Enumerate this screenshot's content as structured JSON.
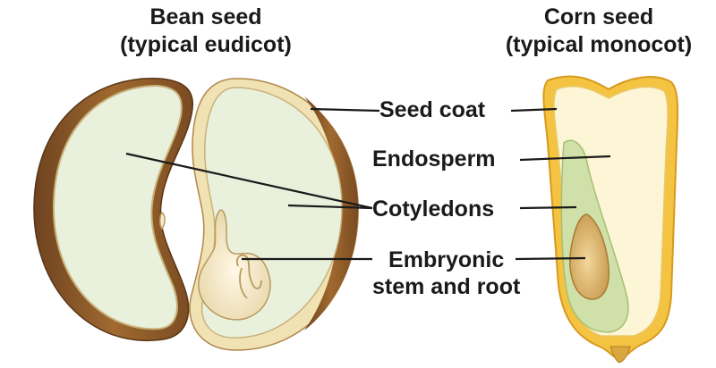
{
  "bean": {
    "title_line1": "Bean seed",
    "title_line2": "(typical eudicot)"
  },
  "corn": {
    "title_line1": "Corn seed",
    "title_line2": "(typical monocot)"
  },
  "labels": {
    "seed_coat": "Seed coat",
    "endosperm": "Endosperm",
    "cotyledons": "Cotyledons",
    "embryonic_line1": "Embryonic",
    "embryonic_line2": "stem and root"
  },
  "colors": {
    "seed_coat_brown": "#8a5a2b",
    "cotyledon_green": "#e9f1dc",
    "corn_coat_yellow": "#f4c342",
    "endosperm_cream": "#fdf6d6",
    "embryo_green": "#cfe0a8",
    "embryo_tan": "#e9c98a"
  }
}
